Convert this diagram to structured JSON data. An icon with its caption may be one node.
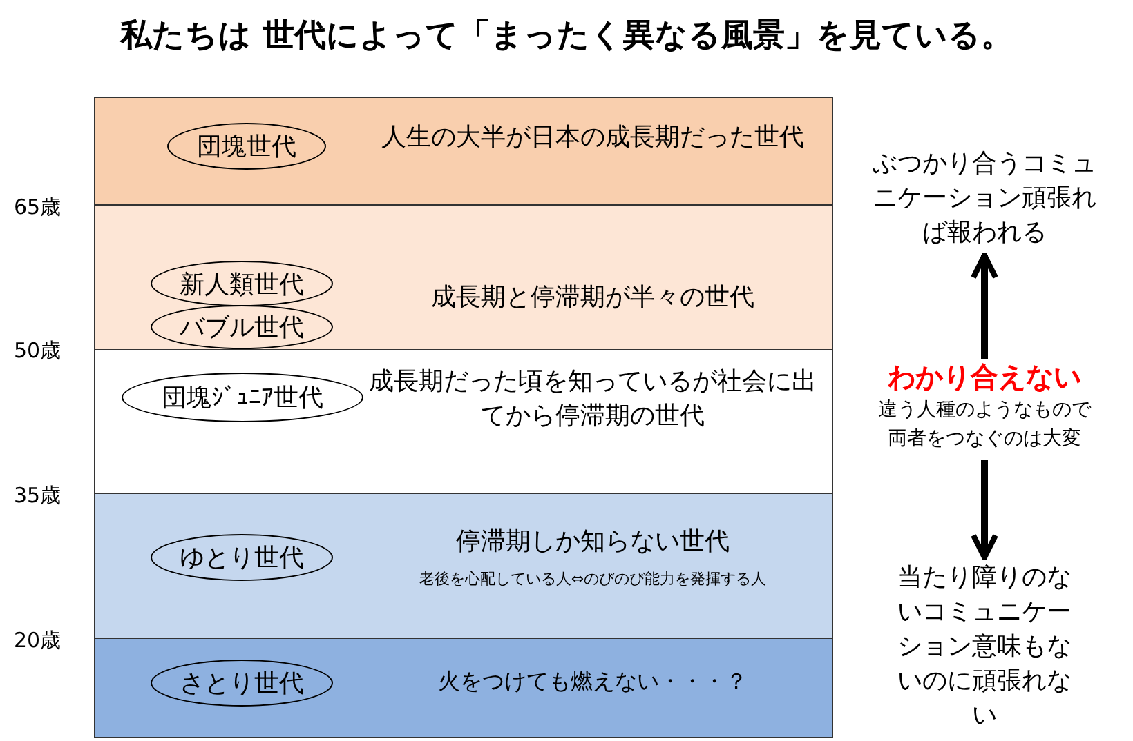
{
  "diagram": {
    "title": "私たちは 世代によって「まったく異なる風景」を見ている。",
    "nodes": [
      {
        "text": [
          "人生の大半が日本の成長期だった世代"
        ]
      },
      {
        "text": [
          "団塊世代"
        ],
        "in": 0
      },
      {
        "text": [
          "成長期と停滞期が半々の世代"
        ]
      },
      {
        "text": [
          "新人類世代"
        ],
        "in": 2
      },
      {
        "text": [
          "バブル世代"
        ],
        "in": 2
      },
      {
        "text": [
          "成長期だった頃を知っているが社会に出てから停滞期の世代"
        ]
      },
      {
        "text": [
          "団塊ｼﾞｭﾆｱ世代"
        ],
        "in": 5
      },
      {
        "text": [
          "停滞期しか知らない世代",
          "老後を心配している人⇔のびのび能力を発揮する人"
        ]
      },
      {
        "text": [
          "ゆとり世代"
        ],
        "in": 7
      },
      {
        "text": [
          "火をつけても燃えない・・・？"
        ]
      },
      {
        "text": [
          "さとり世代"
        ],
        "in": 9
      },
      {
        "text": [
          "ぶつかり合うコミュニケーション頑張れば報われる"
        ]
      },
      {
        "text": [
          "わかり合えない",
          "違う人種のようなもので両者をつなぐのは大変"
        ]
      },
      {
        "text": [
          "当たり障りのないコミュニケーション意味もないのに頑張れない"
        ]
      }
    ],
    "edges": [
      {
        "from": 12,
        "to": 11,
        "arrow": "to"
      },
      {
        "from": 12,
        "to": 13,
        "arrow": "to"
      }
    ],
    "labels": [
      "65歳",
      "50歳",
      "35歳",
      "20歳"
    ]
  }
}
